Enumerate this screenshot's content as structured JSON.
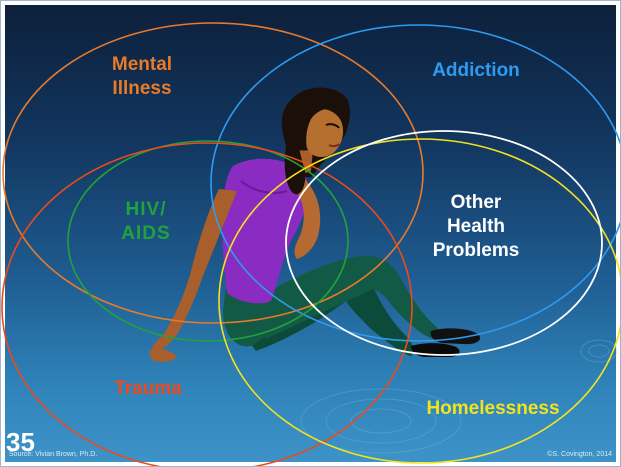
{
  "labels": {
    "mental_illness": "Mental\nIllness",
    "addiction": "Addiction",
    "hiv_aids": "HIV/\nAIDS",
    "other_health": "Other\nHealth\nProblems",
    "trauma": "Trauma",
    "homelessness": "Homelessness"
  },
  "footer": {
    "slide_number": "35",
    "source": "Source: Vivian Brown, Ph.D.",
    "copyright": "©S. Covington, 2014"
  },
  "colors": {
    "mental_illness": "#e87a2a",
    "addiction": "#2f9bf0",
    "hiv_aids": "#1fa33a",
    "other_health": "#ffffff",
    "trauma": "#ec4a1c",
    "homelessness": "#f2e31e"
  }
}
